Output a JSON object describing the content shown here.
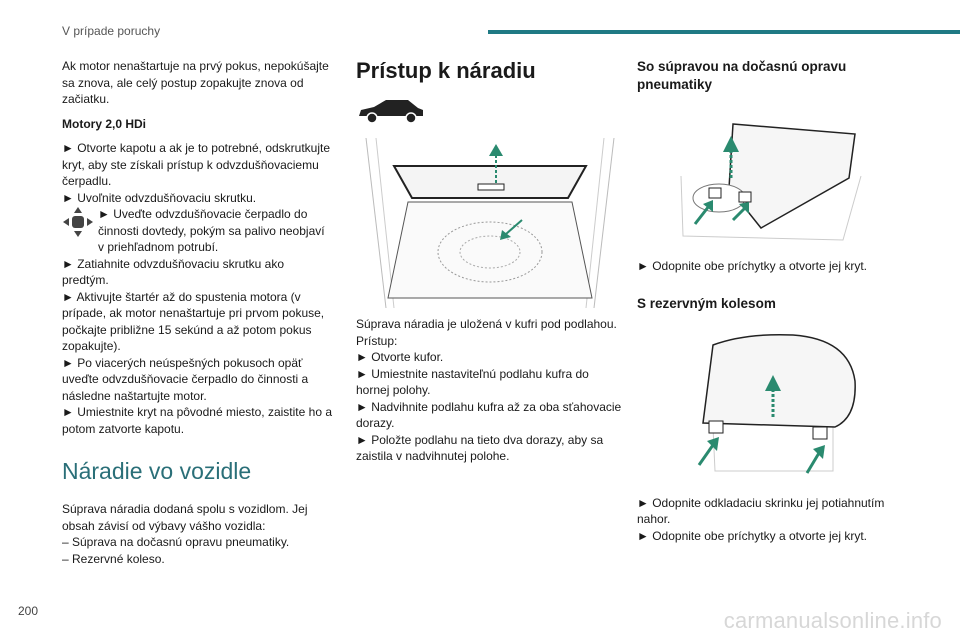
{
  "header": {
    "title": "V prípade poruchy",
    "accent_color": "#1f7a84"
  },
  "page_number": "200",
  "watermark": "carmanualsonline.info",
  "col1": {
    "intro": "Ak motor nenaštartuje na prvý pokus, nepokúšajte sa znova, ale celý postup zopakujte znova od začiatku.",
    "engine_heading": "Motory 2,0 HDi",
    "step1": "► Otvorte kapotu a ak je to potrebné, odskrutkujte kryt, aby ste získali prístup k odvzdušňovaciemu čerpadlu.",
    "step2": "► Uvoľnite odvzdušňovaciu skrutku.",
    "step3": "► Uveďte odvzdušňovacie čerpadlo do činnosti dovtedy, pokým sa palivo neobjaví v priehľadnom potrubí.",
    "step4": "► Zatiahnite odvzdušňovaciu skrutku ako predtým.",
    "step5": "► Aktivujte štartér až do spustenia motora (v prípade, ak motor nenaštartuje pri prvom pokuse, počkajte približne 15 sekúnd a až potom pokus zopakujte).",
    "step6": "► Po viacerých neúspešných pokusoch opäť uveďte odvzdušňovacie čerpadlo do činnosti a následne naštartujte motor.",
    "step7": "► Umiestnite kryt na pôvodné miesto, zaistite ho a potom zatvorte kapotu.",
    "tools_heading": "Náradie vo vozidle",
    "tools_intro": "Súprava náradia dodaná spolu s vozidlom. Jej obsah závisí od výbavy vášho vozidla:",
    "tools_item1": "– Súprava na dočasnú opravu pneumatiky.",
    "tools_item2": "– Rezervné koleso."
  },
  "col2": {
    "heading": "Prístup k náradiu",
    "text1": "Súprava náradia je uložená v kufri pod podlahou.",
    "text2": "Prístup:",
    "step1": "► Otvorte kufor.",
    "step2": "► Umiestnite nastaviteľnú podlahu kufra do hornej polohy.",
    "step3": "► Nadvihnite podlahu kufra až za oba sťahovacie dorazy.",
    "step4": "► Položte podlahu na tieto dva dorazy, aby sa zaistila v nadvihnutej polohe."
  },
  "col3": {
    "heading1": "So súpravou na dočasnú opravu pneumatiky",
    "step1": "► Odopnite obe príchytky a otvorte jej kryt.",
    "heading2": "S rezervným kolesom",
    "step2": "► Odopnite odkladaciu skrinku jej potiahnutím nahor.",
    "step3": "► Odopnite obe príchytky a otvorte jej kryt."
  }
}
